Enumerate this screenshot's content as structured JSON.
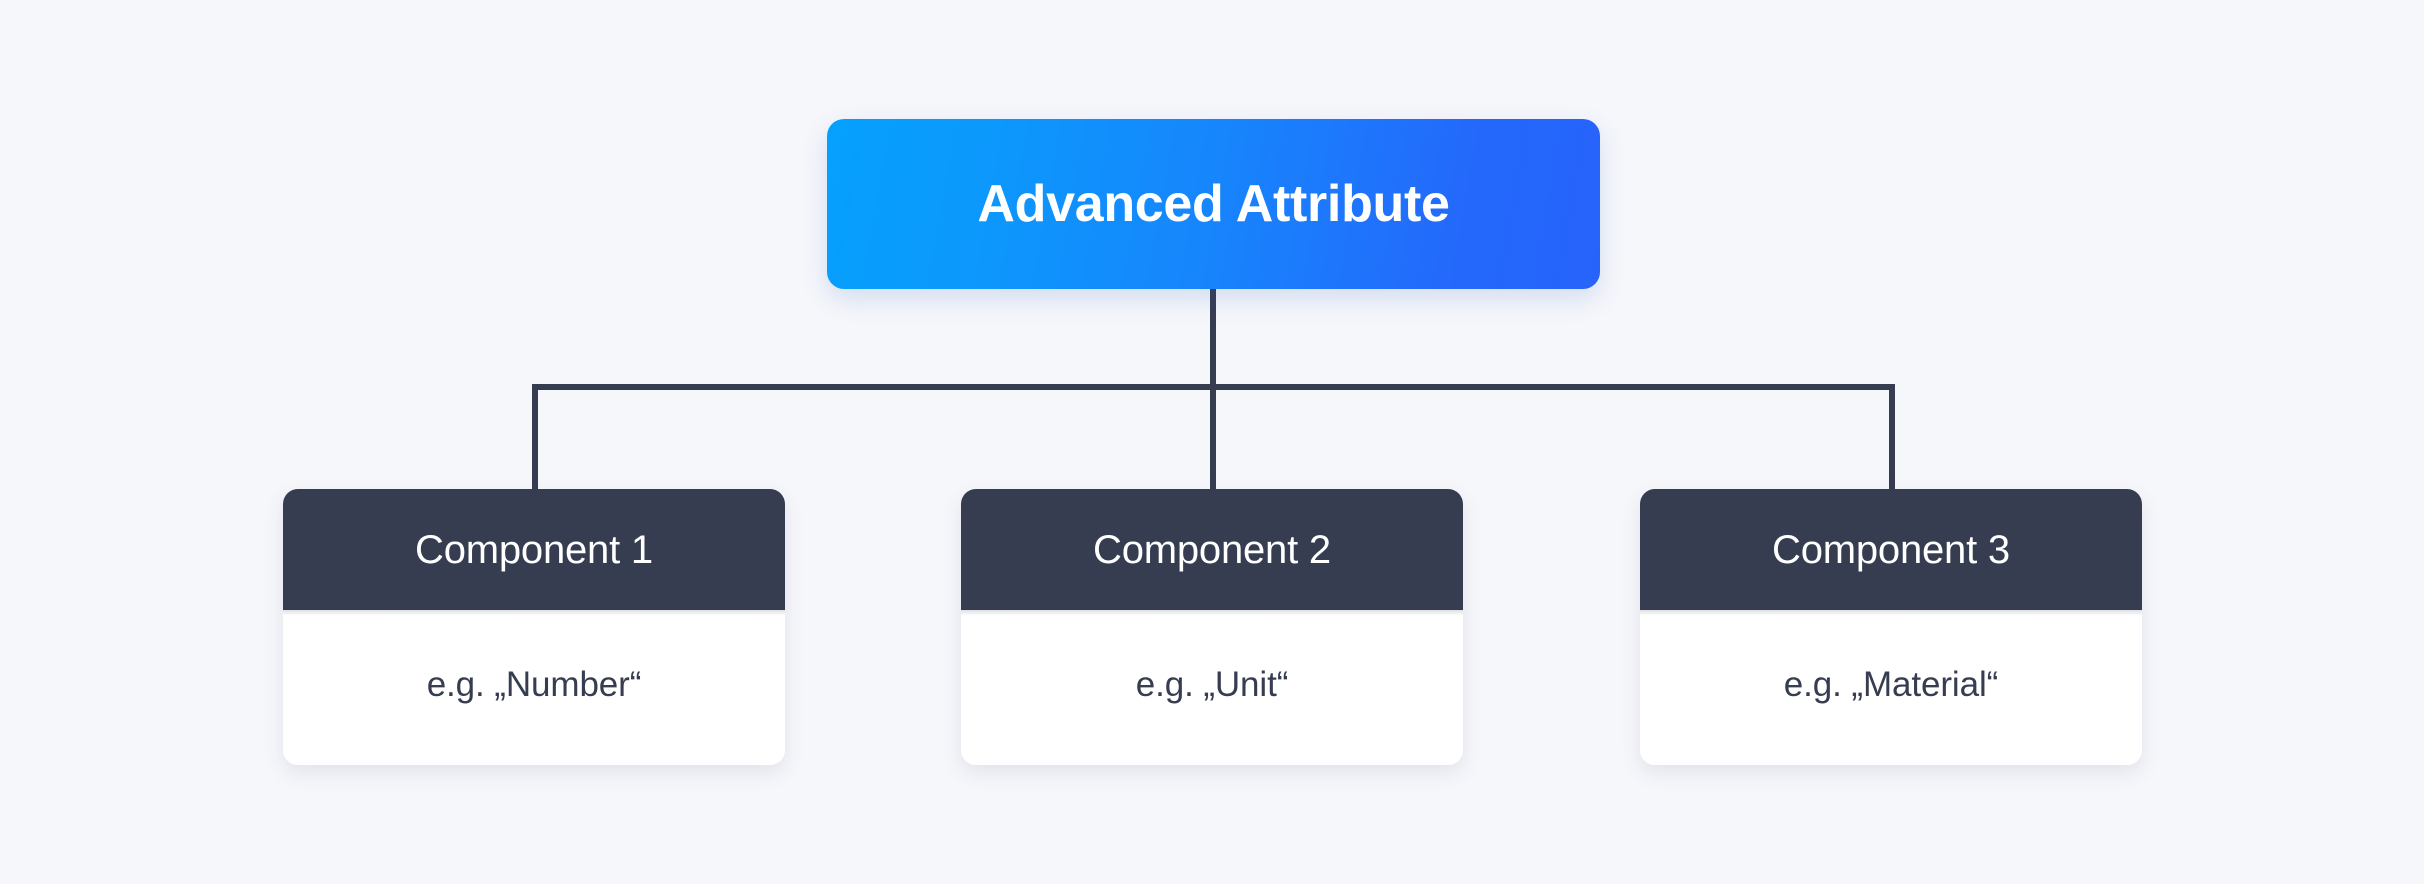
{
  "diagram": {
    "type": "hierarchy-tree",
    "background_color": "#f6f7fb",
    "connector_color": "#373d51",
    "root": {
      "label": "Advanced Attribute",
      "gradient_from": "#05a0fd",
      "gradient_to": "#2663fb",
      "text_color": "#ffffff"
    },
    "children": [
      {
        "header": "Component 1",
        "body": "e.g. „Number“",
        "header_color": "#373d51",
        "body_color": "#ffffff"
      },
      {
        "header": "Component 2",
        "body": "e.g. „Unit“",
        "header_color": "#373d51",
        "body_color": "#ffffff"
      },
      {
        "header": "Component 3",
        "body": "e.g. „Material“",
        "header_color": "#373d51",
        "body_color": "#ffffff"
      }
    ]
  }
}
